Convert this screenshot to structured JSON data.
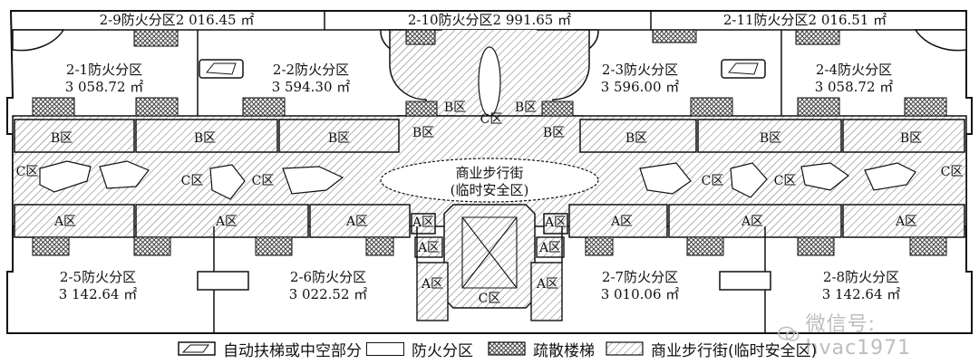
{
  "zones": {
    "z2_9": "2-9防火分区2 016.45 ㎡",
    "z2_10": "2-10防火分区2 991.65 ㎡",
    "z2_11": "2-11防火分区2 016.51 ㎡",
    "z2_1": {
      "name": "2-1防火分区",
      "area": "3 058.72 ㎡"
    },
    "z2_2": {
      "name": "2-2防火分区",
      "area": "3 594.30 ㎡"
    },
    "z2_3": {
      "name": "2-3防火分区",
      "area": "3 596.00 ㎡"
    },
    "z2_4": {
      "name": "2-4防火分区",
      "area": "3 058.72 ㎡"
    },
    "z2_5": {
      "name": "2-5防火分区",
      "area": "3 142.64 ㎡"
    },
    "z2_6": {
      "name": "2-6防火分区",
      "area": "3 022.52 ㎡"
    },
    "z2_7": {
      "name": "2-7防火分区",
      "area": "3 010.06 ㎡"
    },
    "z2_8": {
      "name": "2-8防火分区",
      "area": "3 142.64 ㎡"
    }
  },
  "areas": {
    "a": "A区",
    "b": "B区",
    "c": "C区"
  },
  "street": {
    "line1": "商业步行街",
    "line2": "(临时安全区)"
  },
  "legend": {
    "void": "自动扶梯或中空部分",
    "fire": "防火分区",
    "stair": "疏散楼梯",
    "street": "商业步行街(临时安全区)"
  },
  "watermark": "微信号: hvac1971"
}
